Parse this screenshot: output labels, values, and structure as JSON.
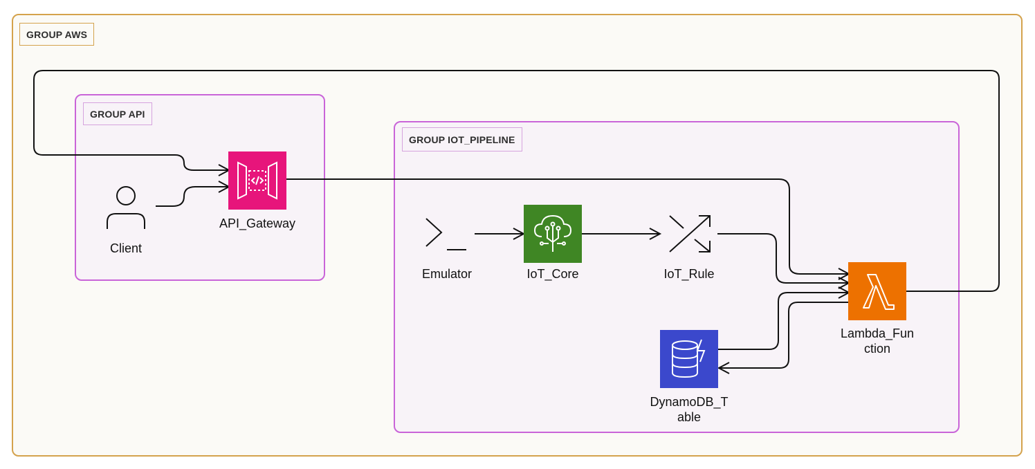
{
  "groups": {
    "aws": {
      "label": "GROUP AWS"
    },
    "api": {
      "label": "GROUP API"
    },
    "iot_pipeline": {
      "label": "GROUP IOT_PIPELINE"
    }
  },
  "nodes": {
    "client": {
      "label": "Client",
      "icon": "user-icon"
    },
    "api_gateway": {
      "label": "API_Gateway",
      "icon": "api-gateway-icon",
      "color": "#e7157b"
    },
    "emulator": {
      "label": "Emulator",
      "icon": "terminal-icon"
    },
    "iot_core": {
      "label": "IoT_Core",
      "icon": "iot-core-icon",
      "color": "#3f8624"
    },
    "iot_rule": {
      "label": "IoT_Rule",
      "icon": "shuffle-icon"
    },
    "lambda_function": {
      "label_line1": "Lambda_Fun",
      "label_line2": "ction",
      "icon": "lambda-icon",
      "color": "#ed7100"
    },
    "dynamodb_table": {
      "label_line1": "DynamoDB_T",
      "label_line2": "able",
      "icon": "dynamodb-icon",
      "color": "#3b48cc"
    }
  },
  "edges": [
    {
      "from": "client",
      "to": "api_gateway"
    },
    {
      "from": "api_gateway",
      "to": "lambda_function"
    },
    {
      "from": "lambda_function",
      "to": "api_gateway"
    },
    {
      "from": "emulator",
      "to": "iot_core"
    },
    {
      "from": "iot_core",
      "to": "iot_rule"
    },
    {
      "from": "iot_rule",
      "to": "lambda_function"
    },
    {
      "from": "lambda_function",
      "to": "dynamodb_table"
    },
    {
      "from": "dynamodb_table",
      "to": "lambda_function"
    }
  ]
}
